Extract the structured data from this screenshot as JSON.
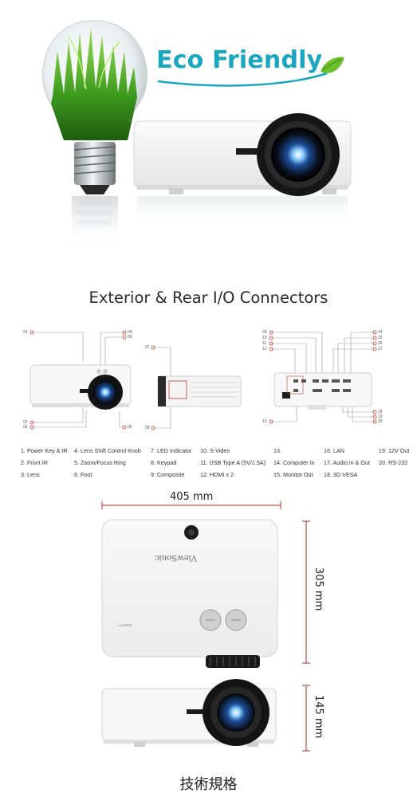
{
  "hero": {
    "eco_title": "Eco Friendly"
  },
  "connectors": {
    "title": "Exterior & Rear I/O Connectors",
    "callouts_front": [
      "01",
      "04",
      "05",
      "02",
      "03",
      "06"
    ],
    "callouts_side": [
      "07",
      "08"
    ],
    "callouts_rear": [
      "09",
      "10",
      "11",
      "12",
      "13",
      "14",
      "15",
      "16",
      "17",
      "18",
      "19",
      "20"
    ],
    "legend": [
      [
        "1. Power Key & IR",
        "2. Front IR",
        "3. Lens"
      ],
      [
        "4. Lens Shift Control Knob",
        "5. Zoom/Focus Ring",
        "6. Foot"
      ],
      [
        "7. LED Indicator",
        "8. Keypad",
        "9. Composite"
      ],
      [
        "10. S-Video",
        "11. USB Type A (5V/1.5A)",
        "12. HDMI x 2"
      ],
      [
        "13.",
        "14. Computer In",
        "15. Monitor Out"
      ],
      [
        "16. LAN",
        "17. Audio in & Out",
        "18. 3D VESA"
      ],
      [
        "19. 12V Out",
        "20. RS-232",
        ""
      ]
    ]
  },
  "dimensions": {
    "width": "405 mm",
    "depth": "305 mm",
    "height": "145 mm",
    "brand_text": "ViewSonic",
    "model_text": "LASER"
  },
  "footer": {
    "spec_title": "技術規格"
  },
  "colors": {
    "accent": "#1aa6c0",
    "leaf": "#6bbf2a",
    "dimension_line": "#b22a2a",
    "callout": "#c0392b"
  }
}
